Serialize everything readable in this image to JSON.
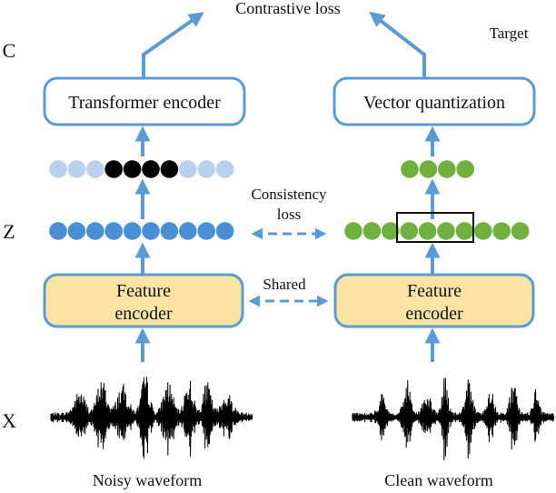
{
  "title": "Contrastive loss",
  "target_label": "Target",
  "row_labels": {
    "c": "C",
    "z": "Z",
    "x": "X"
  },
  "left_branch": {
    "top_box": "Transformer encoder",
    "feature_box_line1": "Feature",
    "feature_box_line2": "encoder",
    "waveform_caption": "Noisy waveform",
    "masked_sequence": [
      "light",
      "light",
      "light",
      "masked",
      "masked",
      "masked",
      "masked",
      "light",
      "light",
      "light"
    ],
    "z_dot_count": 10
  },
  "right_branch": {
    "top_box": "Vector quantization",
    "feature_box_line1": "Feature",
    "feature_box_line2": "encoder",
    "waveform_caption": "Clean waveform",
    "target_dot_count": 4,
    "z_dot_count": 10,
    "highlighted_range": [
      4,
      7
    ]
  },
  "consistency_label_line1": "Consistency",
  "consistency_label_line2": "loss",
  "shared_label": "Shared",
  "colors": {
    "blue": "#4a8fd6",
    "light_blue": "#b9d0ee",
    "black": "#000000",
    "green": "#70b03e",
    "box_stroke": "#5b9bd5",
    "feature_fill": "#fbe4a3",
    "arrow": "#5b9bd5"
  }
}
